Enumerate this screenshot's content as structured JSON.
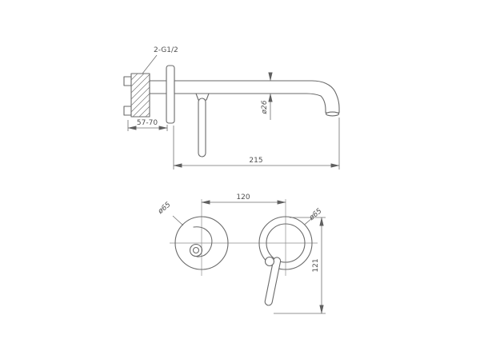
{
  "page": {
    "background": "#ffffff",
    "line_color": "#6a6a6a",
    "dim_color": "#4f4f4f",
    "drawing_type": "wall-mounted-basin-mixer-technical-drawing"
  },
  "side_view": {
    "thread_label": "2-G1/2",
    "wall_depth": "57-70",
    "spout_length": "215",
    "spout_diameter": "ø26"
  },
  "front_view": {
    "center_distance": "120",
    "left_escutcheon_diameter": "ø65",
    "right_escutcheon_diameter": "ø65",
    "overall_height": "121"
  }
}
